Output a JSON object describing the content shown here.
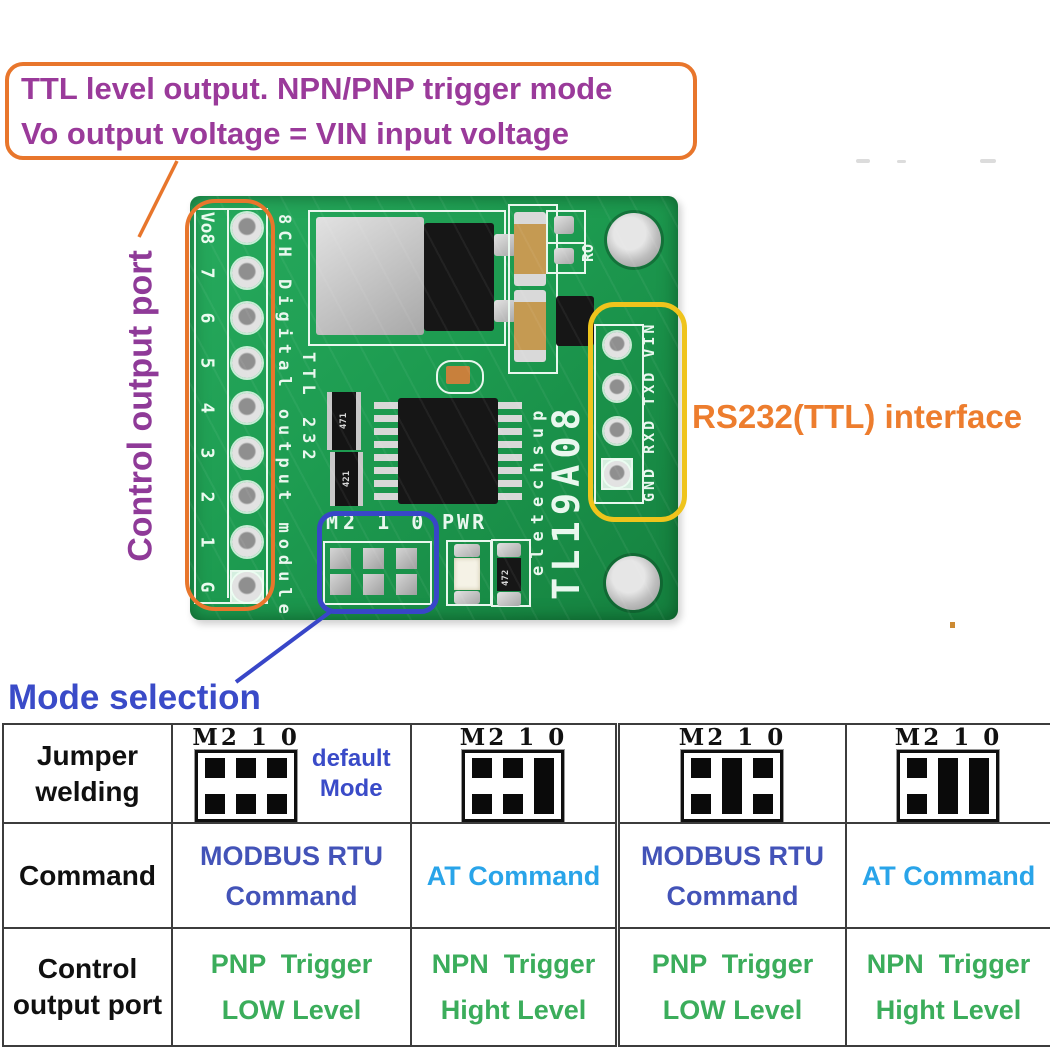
{
  "colors": {
    "purple_text": "#9A3A9A",
    "orange_annotation": "#E8762C",
    "orange_text": "#ED7D2E",
    "yellow_annotation": "#EFC41C",
    "blue_annotation": "#3846C8",
    "blue_text": "#3A4BC8",
    "indigo_text": "#4353B8",
    "cyan_text": "#29A4E9",
    "green_text": "#3BAD5B",
    "pcb_green": "#1D9B50"
  },
  "top_note": {
    "line1": "TTL level output. NPN/PNP trigger mode",
    "line2": "Vo output voltage = VIN input voltage"
  },
  "labels": {
    "control_output_port": "Control output port",
    "rs232_interface": "RS232(TTL) interface",
    "mode_selection": "Mode selection"
  },
  "pcb": {
    "left_pins": [
      "Vo8",
      "7",
      "6",
      "5",
      "4",
      "3",
      "2",
      "1",
      "G"
    ],
    "silkscreen_col1": "8CH Digital output module",
    "silkscreen_col2": "TTL 232",
    "brand": "eletechsup",
    "model": "TL19A08",
    "jumper_label": "M2 1 0",
    "pwr_label": "PWR",
    "ro_label": "RO",
    "rs232_pin_labels": "GND RXD TXD VIN",
    "resnet_1": "471",
    "resnet_2": "421",
    "resistor": "472"
  },
  "table": {
    "row1_label_l1": "Jumper",
    "row1_label_l2": "welding",
    "row2_label": "Command",
    "row3_label_l1": "Control",
    "row3_label_l2": "output port",
    "columns": [
      {
        "m_label": "M2 1 0",
        "pattern": [
          "open",
          "open",
          "open"
        ],
        "note_l1": "default",
        "note_l2": "Mode",
        "cmd_l1": "MODBUS RTU",
        "cmd_l2": "Command",
        "out_l1": "PNP  Trigger",
        "out_l2": "LOW Level"
      },
      {
        "m_label": "M2 1 0",
        "pattern": [
          "open",
          "open",
          "bridged"
        ],
        "cmd_l1": "AT Command",
        "cmd_l2": "",
        "out_l1": "NPN  Trigger",
        "out_l2": "Hight Level"
      },
      {
        "m_label": "M2 1 0",
        "pattern": [
          "open",
          "bridged",
          "open"
        ],
        "cmd_l1": "MODBUS RTU",
        "cmd_l2": "Command",
        "out_l1": "PNP  Trigger",
        "out_l2": "LOW Level"
      },
      {
        "m_label": "M2 1 0",
        "pattern": [
          "open",
          "bridged",
          "bridged"
        ],
        "cmd_l1": "AT Command",
        "cmd_l2": "",
        "out_l1": "NPN  Trigger",
        "out_l2": "Hight Level"
      }
    ]
  }
}
